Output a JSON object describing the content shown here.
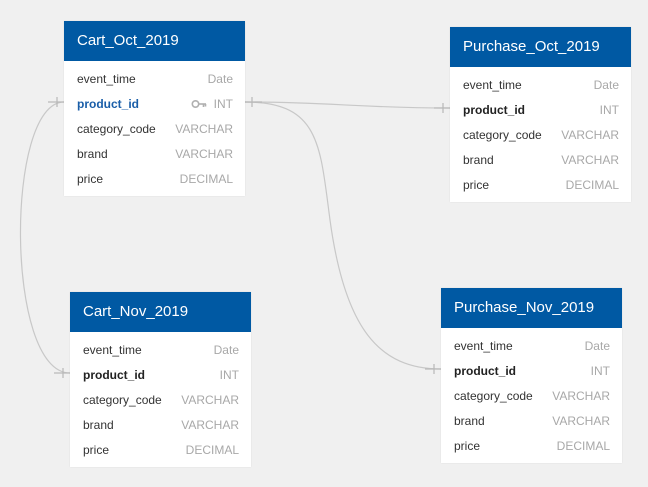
{
  "colors": {
    "background": "#f0f0f0",
    "header": "#0059a3",
    "header_text": "#ffffff",
    "connector": "#c8c8c8",
    "type_text": "#a8a8a8",
    "selected_field": "#1a5ea8"
  },
  "tables": {
    "cart_oct": {
      "title": "Cart_Oct_2019",
      "rows": [
        {
          "field": "event_time",
          "type": "Date"
        },
        {
          "field": "product_id",
          "type": "INT",
          "icon": "key-icon"
        },
        {
          "field": "category_code",
          "type": "VARCHAR"
        },
        {
          "field": "brand",
          "type": "VARCHAR"
        },
        {
          "field": "price",
          "type": "DECIMAL"
        }
      ]
    },
    "purchase_oct": {
      "title": "Purchase_Oct_2019",
      "rows": [
        {
          "field": "event_time",
          "type": "Date"
        },
        {
          "field": "product_id",
          "type": "INT"
        },
        {
          "field": "category_code",
          "type": "VARCHAR"
        },
        {
          "field": "brand",
          "type": "VARCHAR"
        },
        {
          "field": "price",
          "type": "DECIMAL"
        }
      ]
    },
    "cart_nov": {
      "title": "Cart_Nov_2019",
      "rows": [
        {
          "field": "event_time",
          "type": "Date"
        },
        {
          "field": "product_id",
          "type": "INT"
        },
        {
          "field": "category_code",
          "type": "VARCHAR"
        },
        {
          "field": "brand",
          "type": "VARCHAR"
        },
        {
          "field": "price",
          "type": "DECIMAL"
        }
      ]
    },
    "purchase_nov": {
      "title": "Purchase_Nov_2019",
      "rows": [
        {
          "field": "event_time",
          "type": "Date"
        },
        {
          "field": "product_id",
          "type": "INT"
        },
        {
          "field": "category_code",
          "type": "VARCHAR"
        },
        {
          "field": "brand",
          "type": "VARCHAR"
        },
        {
          "field": "price",
          "type": "DECIMAL"
        }
      ]
    }
  }
}
